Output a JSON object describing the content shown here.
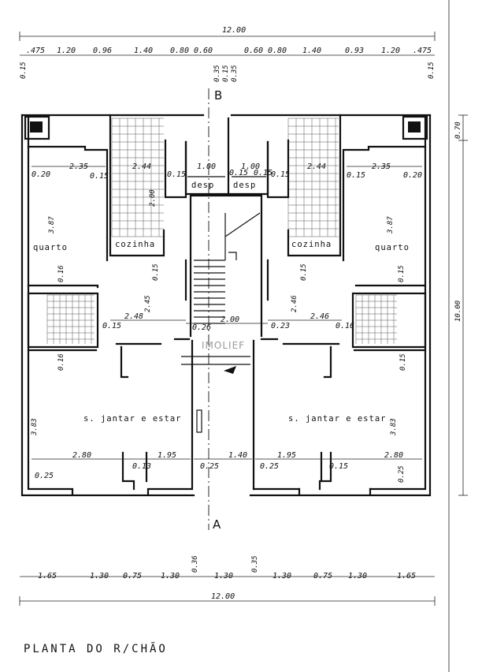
{
  "drawing": {
    "title": "PLANTA DO R/CHÃO",
    "watermark": "IMOLIEF",
    "section_top": "B",
    "section_bottom": "A"
  },
  "top_dims": {
    "total": "12.00",
    "segments": [
      ".475",
      "1.20",
      "0.96",
      "1.40",
      "0.80",
      "0.60",
      "0.60",
      "0.80",
      "1.40",
      "0.93",
      "1.20",
      ".475"
    ],
    "left_margin": "0.15",
    "right_margin": "0.15",
    "center_stack": [
      "0.35",
      "0.15",
      "0.35"
    ]
  },
  "bottom_dims": {
    "total": "12.00",
    "segments": [
      "1.65",
      "1.30",
      "0.75",
      "1.30",
      "1.30",
      "1.30",
      "0.75",
      "1.30",
      "1.65"
    ],
    "center_a": "0.36",
    "center_b": "0.35"
  },
  "right_dims": {
    "top": "0.70",
    "total": "10.00"
  },
  "rooms": {
    "quarto_left": "quarto",
    "quarto_right": "quarto",
    "cozinha_left": "cozinha",
    "cozinha_right": "cozinha",
    "desp_left": "desp",
    "desp_right": "desp",
    "sala_left": "s. jantar e estar",
    "sala_right": "s. jantar e estar"
  },
  "inner_dims": {
    "q_l_w": "2.35",
    "q_l_a": "0.20",
    "q_l_b": "0.15",
    "q_l_h": "3.87",
    "q_l_c": "0.16",
    "q_r_w": "2.35",
    "q_r_a": "0.15",
    "q_r_b": "0.20",
    "q_r_h": "3.87",
    "q_r_c": "0.15",
    "coz_l_w": "2.44",
    "coz_l_a": "0.15",
    "coz_l_h": "2.00",
    "coz_r_w": "2.44",
    "coz_r_a": "0.15",
    "desp_l_w": "1.00",
    "desp_l_a": "0.15",
    "desp_r_w": "1.00",
    "desp_r_a": "0.15",
    "hall_l_h": "2.45",
    "hall_l_w": "2.48",
    "hall_l_a": "0.15",
    "hall_l_b": "0.15",
    "hall_l_c": "0.26",
    "hall_c": "2.00",
    "hall_r_h": "2.46",
    "hall_r_w": "2.46",
    "hall_r_a": "0.23",
    "hall_r_b": "0.16",
    "hall_r_c": "0.15",
    "bath_l_a": "0.16",
    "bath_r_a": "0.15",
    "sala_l_h": "3.83",
    "sala_l_w": "2.80",
    "sala_l_b": "1.95",
    "sala_l_c": "0.13",
    "sala_l_d": "0.25",
    "corr_w": "1.40",
    "corr_a": "0.25",
    "sala_r_h": "3.83",
    "sala_r_w": "2.80",
    "sala_r_b": "1.95",
    "sala_r_c": "0.15",
    "sala_r_d": "0.25",
    "sala_r_e": "0.25"
  }
}
